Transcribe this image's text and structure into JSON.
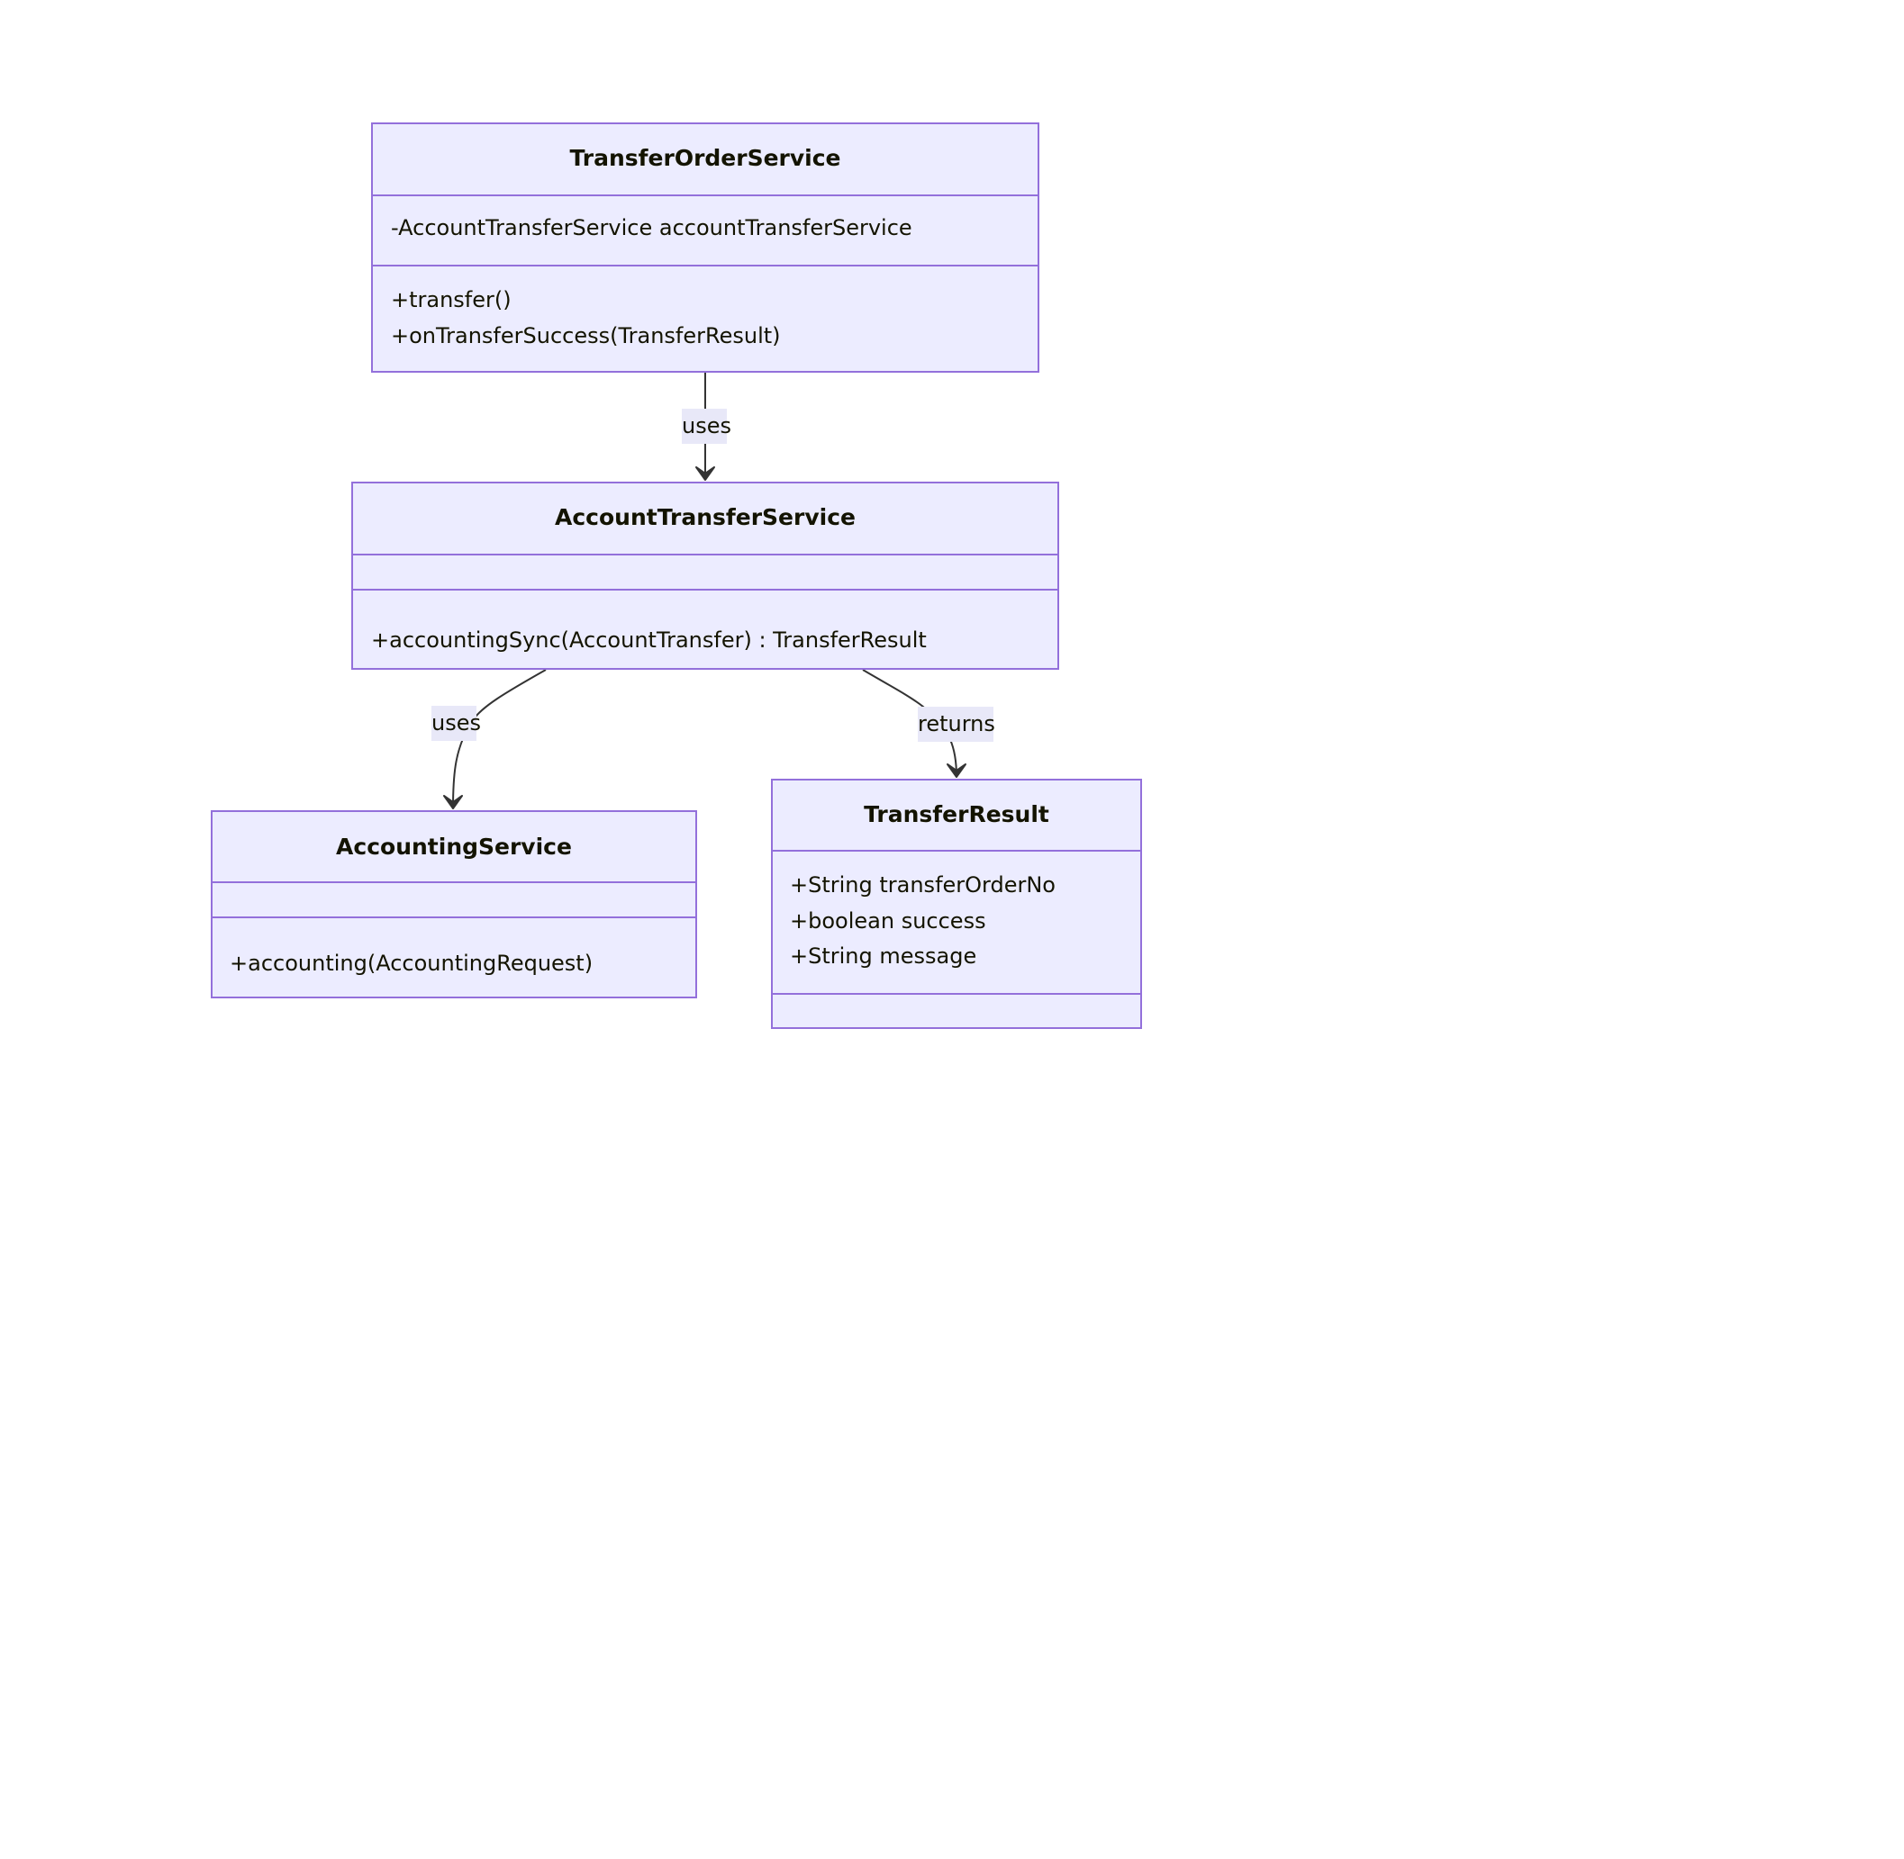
{
  "diagram": {
    "type": "class-diagram",
    "colors": {
      "box_fill": "#ECECFF",
      "box_border": "#9370DB",
      "edge_stroke": "#333333",
      "label_fill": "#E8E8F8",
      "text": "#131300",
      "background": "#FFFFFF"
    },
    "classes": [
      {
        "name": "TransferOrderService",
        "attributes": [
          "-AccountTransferService accountTransferService"
        ],
        "methods": [
          "+transfer()",
          "+onTransferSuccess(TransferResult)"
        ]
      },
      {
        "name": "AccountTransferService",
        "attributes": [],
        "methods": [
          "+accountingSync(AccountTransfer) : TransferResult"
        ]
      },
      {
        "name": "AccountingService",
        "attributes": [],
        "methods": [
          "+accounting(AccountingRequest)"
        ]
      },
      {
        "name": "TransferResult",
        "attributes": [
          "+String transferOrderNo",
          "+boolean success",
          "+String message"
        ],
        "methods": []
      }
    ],
    "relations": [
      {
        "from": "TransferOrderService",
        "to": "AccountTransferService",
        "label": "uses",
        "arrow": "dependency"
      },
      {
        "from": "AccountTransferService",
        "to": "AccountingService",
        "label": "uses",
        "arrow": "dependency"
      },
      {
        "from": "AccountTransferService",
        "to": "TransferResult",
        "label": "returns",
        "arrow": "dependency"
      }
    ]
  }
}
